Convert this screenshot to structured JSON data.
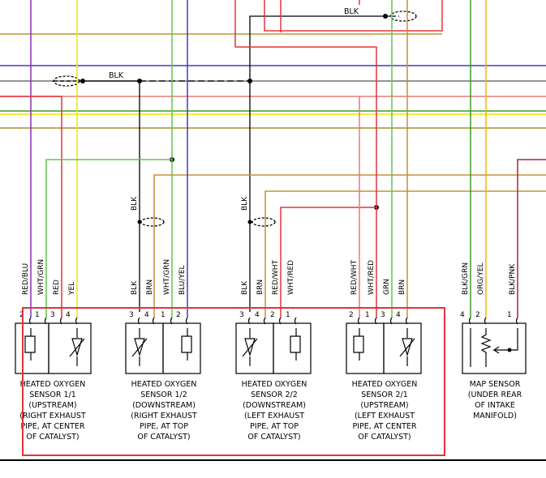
{
  "colors": {
    "red": "#e5343a",
    "green": "#5ec848",
    "yellow": "#f2e600",
    "purple": "#8a2fb4",
    "blue": "#3c3cc8",
    "orange": "#e0a020",
    "tan": "#c09238",
    "dark_green": "#3c9a28",
    "grey": "#707070",
    "black": "#000000",
    "maroon": "#a0283c",
    "pink_red": "#e87878",
    "highlight_box": "#e0343c"
  },
  "top_labels": {
    "blk_top": "BLK",
    "blk_shield": "BLK"
  },
  "vertical_labels": {
    "blk_s12": "BLK",
    "blk_s22": "BLK"
  },
  "components": [
    {
      "id": "s11",
      "name": [
        "HEATED OXYGEN",
        "SENSOR 1/1",
        "(UPSTREAM)",
        "(RIGHT EXHAUST",
        "PIPE, AT CENTER",
        "OF CATALYST)"
      ],
      "wires": [
        "RED/BLU",
        "WHT/GRN",
        "RED",
        "YEL"
      ],
      "pins": [
        "2",
        "1",
        "3",
        "4"
      ]
    },
    {
      "id": "s12",
      "name": [
        "HEATED OXYGEN",
        "SENSOR 1/2",
        "(DOWNSTREAM)",
        "(RIGHT EXHAUST",
        "PIPE, AT TOP",
        "OF CATALYST)"
      ],
      "wires": [
        "BLK",
        "BRN",
        "WHT/GRN",
        "BLU/YEL"
      ],
      "pins": [
        "3",
        "4",
        "1",
        "2"
      ]
    },
    {
      "id": "s22",
      "name": [
        "HEATED OXYGEN",
        "SENSOR 2/2",
        "(DOWNSTREAM)",
        "(LEFT EXHAUST",
        "PIPE, AT TOP",
        "OF CATALYST)"
      ],
      "wires": [
        "BLK",
        "BRN",
        "RED/WHT",
        "WHT/RED"
      ],
      "pins": [
        "3",
        "4",
        "2",
        "1"
      ]
    },
    {
      "id": "s21",
      "name": [
        "HEATED OXYGEN",
        "SENSOR 2/1",
        "(UPSTREAM)",
        "(LEFT EXHAUST",
        "PIPE, AT CENTER",
        "OF CATALYST)"
      ],
      "wires": [
        "RED/WHT",
        "WHT/RED",
        "GRN",
        "BRN"
      ],
      "pins": [
        "2",
        "1",
        "3",
        "4"
      ]
    },
    {
      "id": "map",
      "name": [
        "MAP SENSOR",
        "(UNDER REAR",
        "OF INTAKE",
        "MANIFOLD)"
      ],
      "wires": [
        "BLK/GRN",
        "ORG/YEL",
        "BLK/PNK"
      ],
      "pins": [
        "4",
        "2",
        "1"
      ]
    }
  ]
}
